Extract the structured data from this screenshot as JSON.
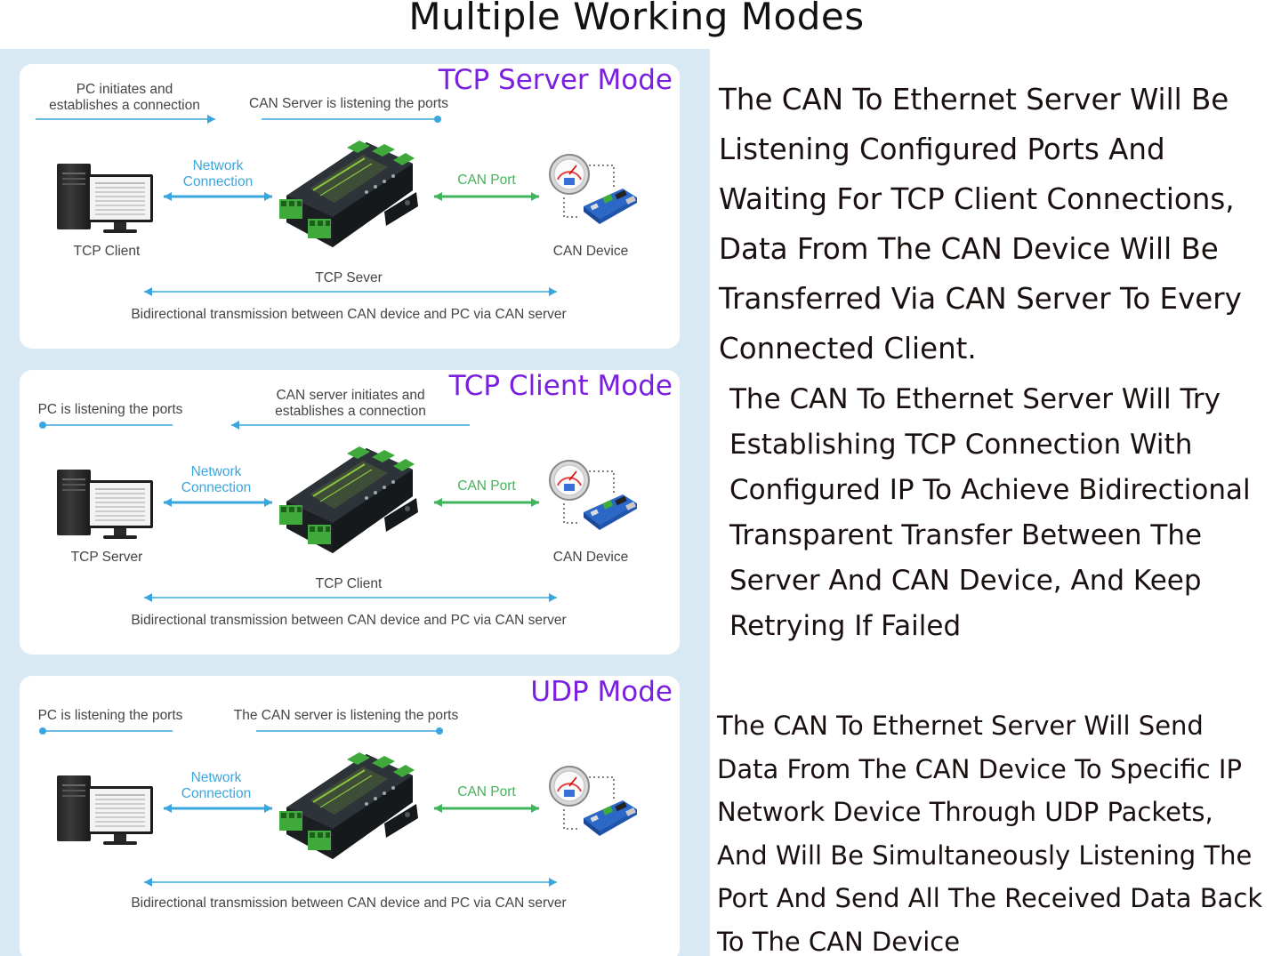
{
  "title": "Multiple Working Modes",
  "modes": [
    {
      "mode_title": "TCP Server Mode",
      "top_left_note": "PC initiates and\nestablishes a connection",
      "top_right_note": "CAN Server is listening the ports",
      "network_label": "Network\nConnection",
      "can_port_label": "CAN Port",
      "left_node_label": "TCP Client",
      "center_node_label": "TCP Sever",
      "right_node_label": "CAN Device",
      "bottom_note": "Bidirectional transmission between CAN device and PC via CAN server",
      "description": "The CAN To Ethernet Server Will Be Listening Configured Ports And Waiting For TCP Client Connections, Data From The CAN Device Will Be Transferred Via CAN Server To Every Connected Client."
    },
    {
      "mode_title": "TCP Client Mode",
      "top_left_note": "PC is listening the ports",
      "top_right_note": "CAN server initiates and\nestablishes a connection",
      "network_label": "Network\nConnection",
      "can_port_label": "CAN Port",
      "left_node_label": "TCP Server",
      "center_node_label": "TCP Client",
      "right_node_label": "CAN Device",
      "bottom_note": "Bidirectional transmission between CAN device and PC via CAN server",
      "description": "The CAN To Ethernet Server Will Try Establishing TCP Connection With Configured IP To Achieve Bidirectional Transparent Transfer Between The Server And CAN Device, And Keep Retrying If Failed"
    },
    {
      "mode_title": "UDP Mode",
      "top_left_note": "PC is listening the ports",
      "top_right_note": "The CAN server is listening the ports",
      "network_label": "Network\nConnection",
      "can_port_label": "CAN Port",
      "left_node_label": "",
      "center_node_label": "",
      "right_node_label": "",
      "bottom_note": "Bidirectional transmission between CAN device and PC via CAN server",
      "description": "The CAN To Ethernet Server Will Send Data From The CAN Device To Specific IP Network Device Through UDP Packets, And Will Be Simultaneously Listening The Port And Send All The Received Data Back To The CAN Device"
    }
  ],
  "colors": {
    "mode_title": "#7a1fe0",
    "network_arrow": "#3aa6de",
    "can_arrow": "#3fb55a",
    "panel_bg": "#d9e9f4",
    "gateway_accent": "#8cc63f"
  }
}
